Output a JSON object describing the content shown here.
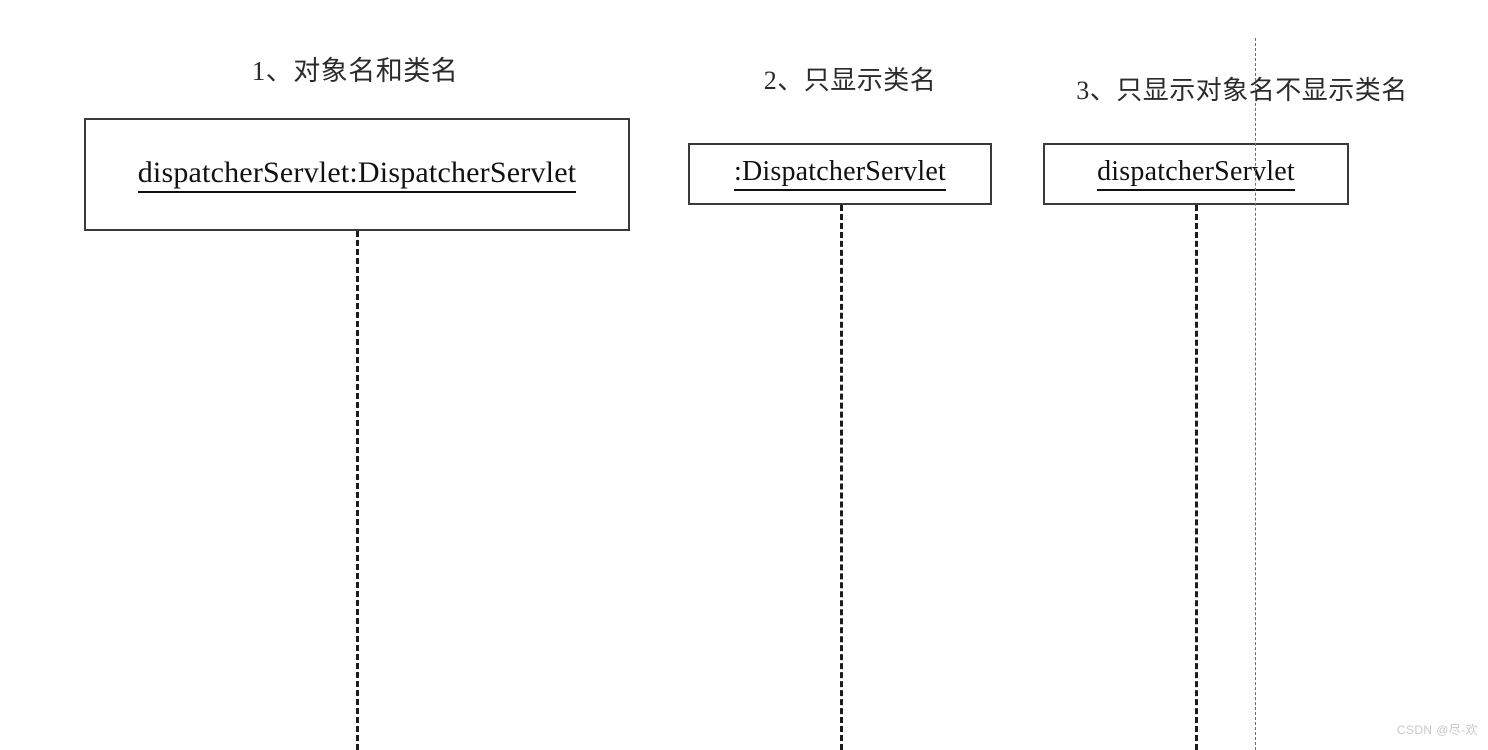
{
  "diagram": {
    "type": "uml-sequence-diagram-participant-notation",
    "background_color": "#ffffff",
    "line_color": "#1c1c1c",
    "box_border_color": "#3a3a3a",
    "sections": [
      {
        "index": "1",
        "caption": "1、对象名和类名",
        "participant_label": "dispatcherServlet:DispatcherServlet",
        "object_name": "dispatcherServlet",
        "class_name": "DispatcherServlet",
        "underlined": true,
        "lifeline_style": "dashed"
      },
      {
        "index": "2",
        "caption": "2、只显示类名",
        "participant_label": ":DispatcherServlet",
        "object_name": "",
        "class_name": "DispatcherServlet",
        "underlined": true,
        "lifeline_style": "dashed"
      },
      {
        "index": "3",
        "caption": "3、只显示对象名不显示类名",
        "participant_label": "dispatcherServlet",
        "object_name": "dispatcherServlet",
        "class_name": "",
        "underlined": true,
        "lifeline_style": "dashed"
      }
    ],
    "guide_line": {
      "style": "dotted",
      "color": "#6e6e6e"
    }
  },
  "watermark": {
    "text": "CSDN @尽-欢",
    "color": "#c8c8c8"
  }
}
